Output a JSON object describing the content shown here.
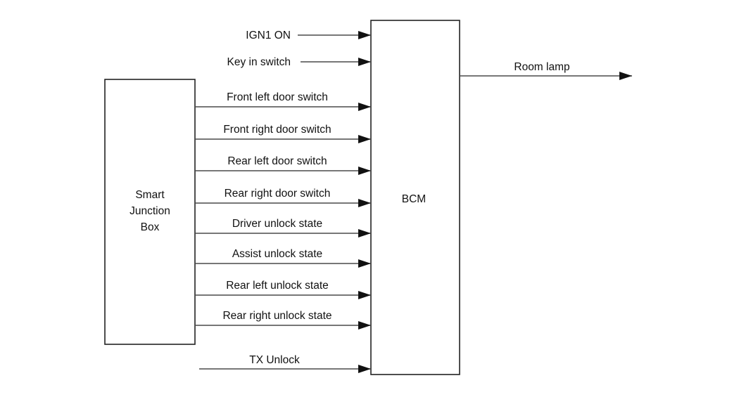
{
  "diagram": {
    "title": "BCM room lamp control block diagram",
    "background_color": "#ffffff",
    "line_color": "#4a4a4a",
    "text_color": "#111111",
    "boxes": {
      "sjb": {
        "label": "Smart Junction Box",
        "label_lines": [
          "Smart",
          "Junction",
          "Box"
        ]
      },
      "bcm": {
        "label": "BCM"
      }
    },
    "top_inputs": [
      {
        "label": "IGN1 ON"
      },
      {
        "label": "Key in switch"
      }
    ],
    "bus_signals": [
      {
        "label": "Front left door switch"
      },
      {
        "label": "Front right door switch"
      },
      {
        "label": "Rear left door switch"
      },
      {
        "label": "Rear right door switch"
      },
      {
        "label": "Driver unlock state"
      },
      {
        "label": "Assist unlock state"
      },
      {
        "label": "Rear left unlock state"
      },
      {
        "label": "Rear right unlock state"
      }
    ],
    "bottom_input": {
      "label": "TX Unlock"
    },
    "output": {
      "label": "Room lamp"
    }
  }
}
